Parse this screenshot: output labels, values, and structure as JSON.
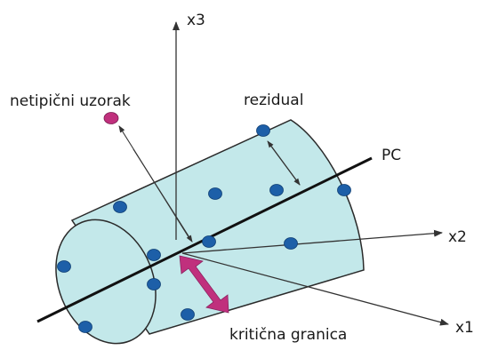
{
  "labels": {
    "x3": "x3",
    "x2": "x2",
    "x1": "x1",
    "pc": "PC",
    "outlier": "netipični uzorak",
    "residual": "rezidual",
    "critical": "kritična granica"
  },
  "colors": {
    "cylinder_fill": "#c3e8ea",
    "cylinder_stroke": "#2a2a2a",
    "point_fill": "#1d5fa8",
    "outlier_fill": "#c0307d",
    "critical_arrow": "#c0307d",
    "axis": "#333333"
  }
}
